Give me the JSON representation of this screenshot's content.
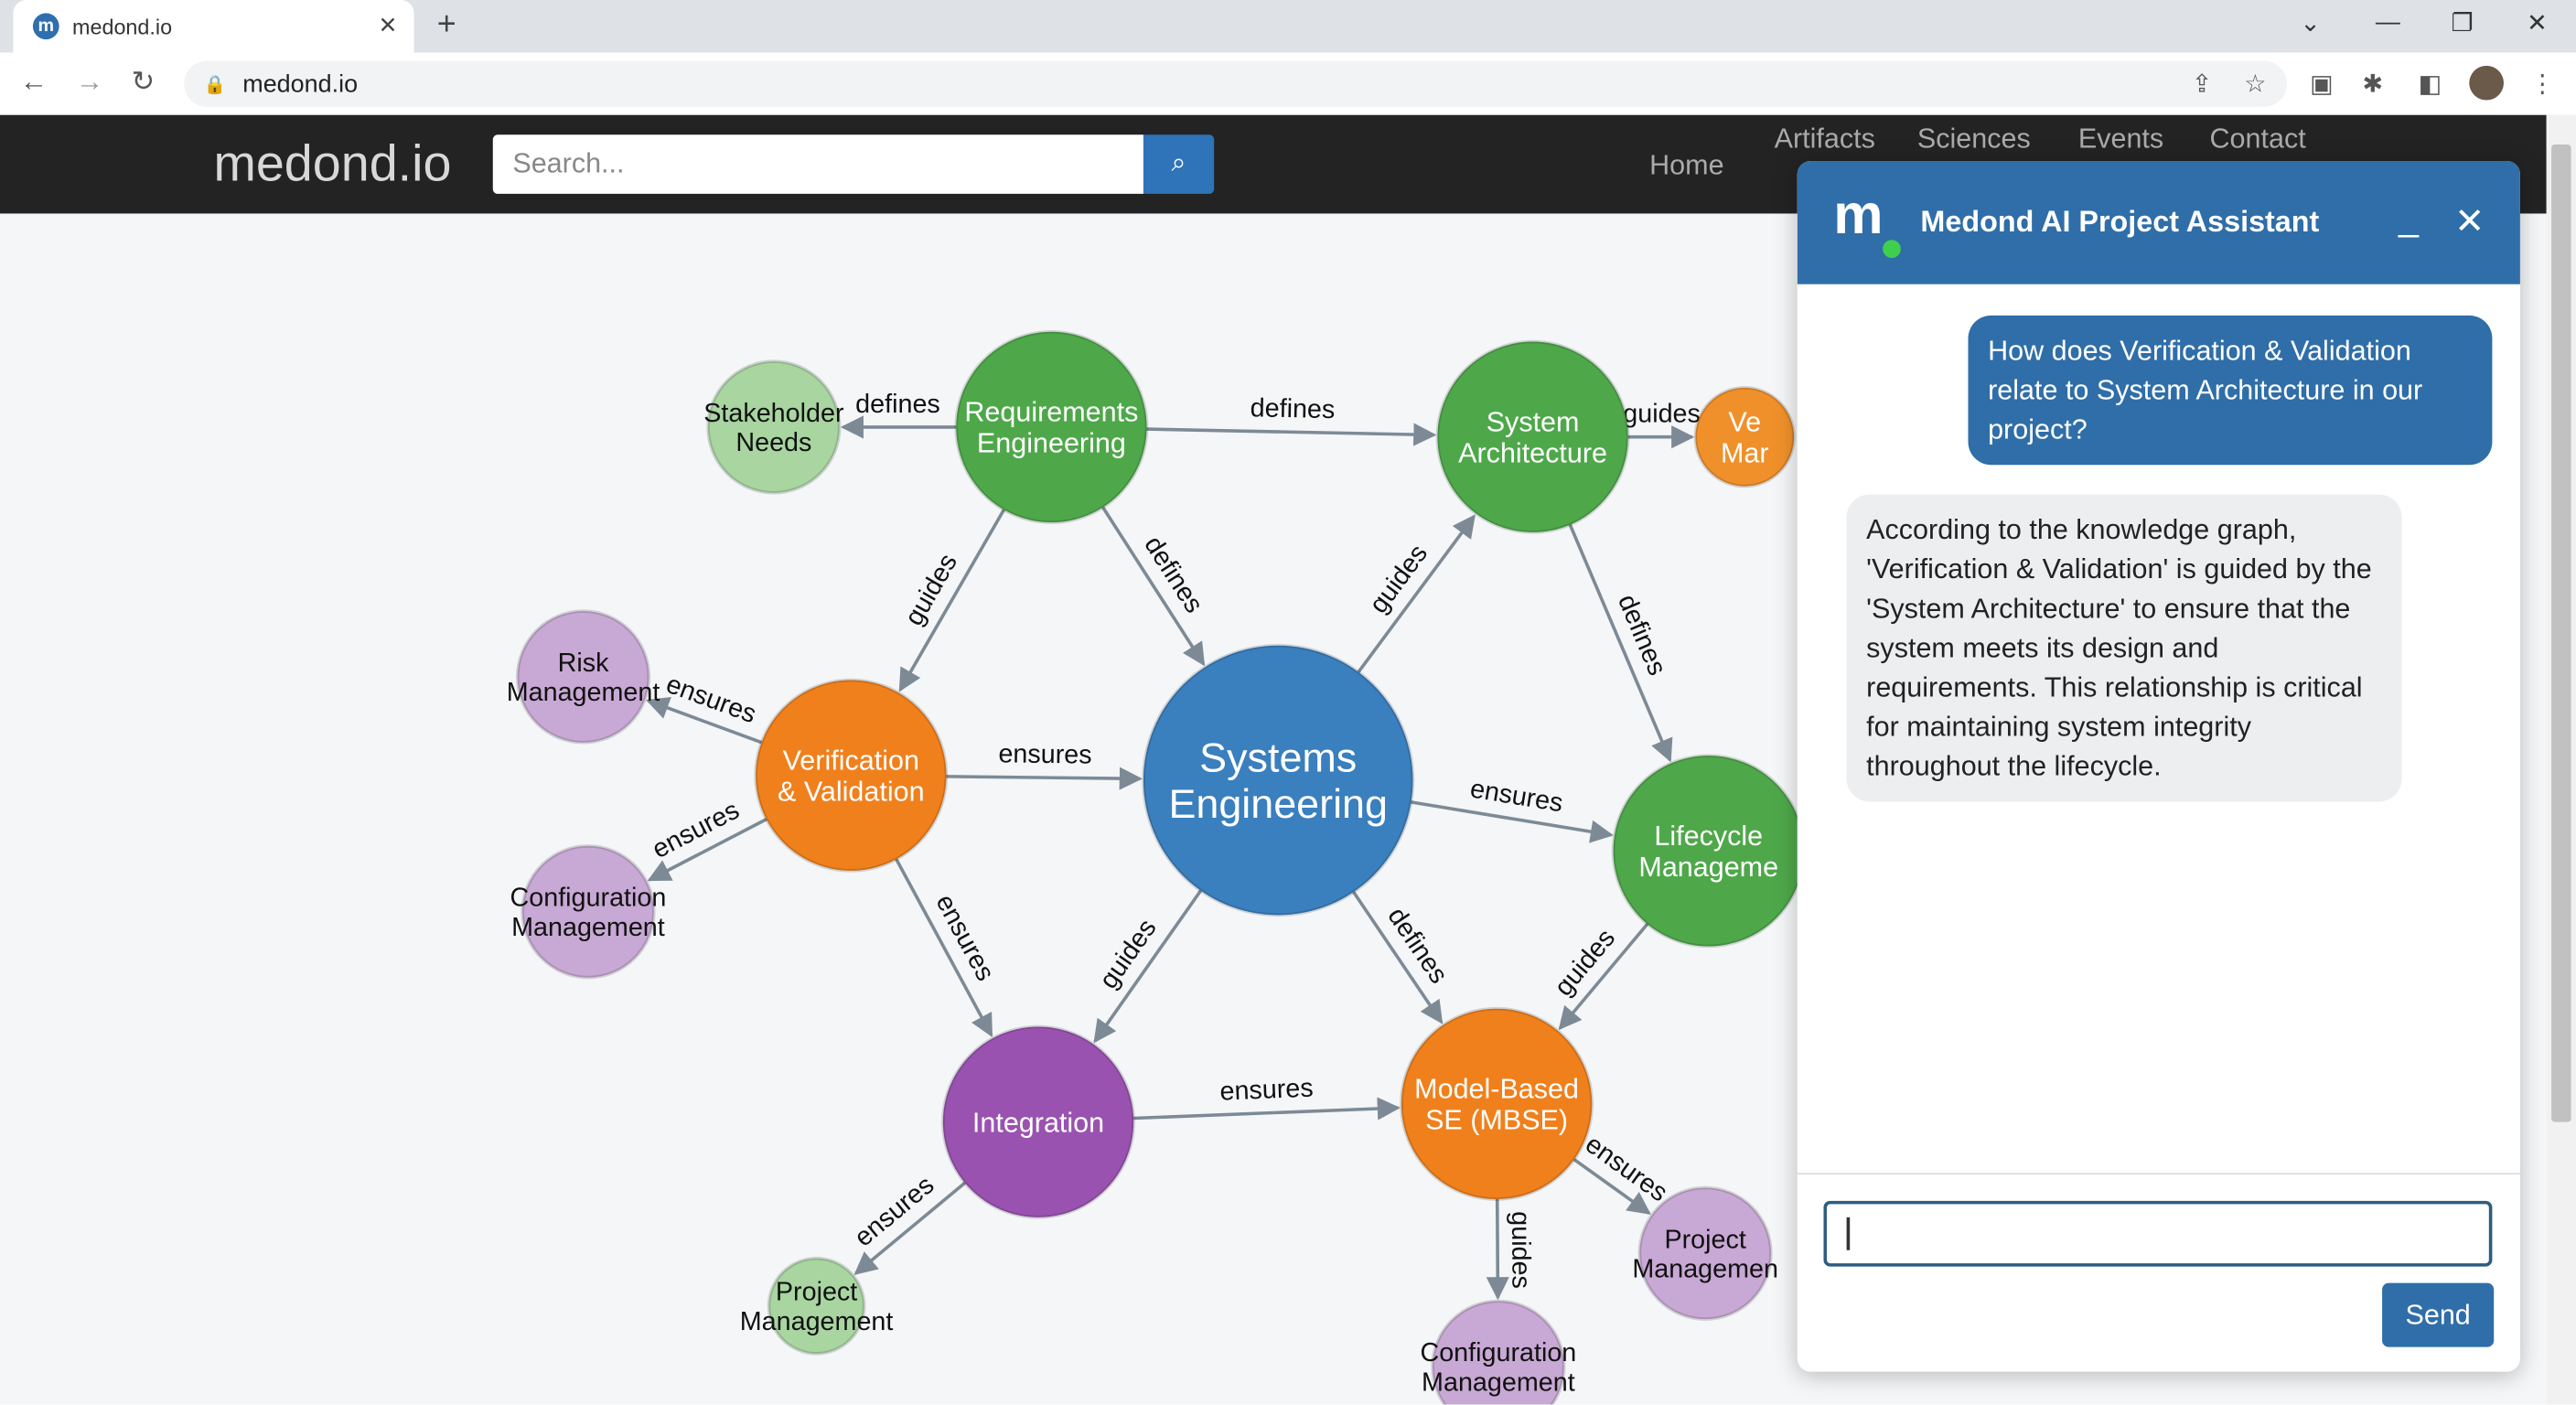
{
  "browser": {
    "tab_title": "medond.io",
    "url": "medond.io"
  },
  "site": {
    "logo": "medond.io",
    "search_placeholder": "Search...",
    "nav": [
      "Home",
      "Artifacts",
      "Sciences",
      "Events",
      "Contact"
    ]
  },
  "graph": {
    "nodes": [
      {
        "id": "stake",
        "label": [
          "Stakeholder",
          "Needs"
        ],
        "color": "#a8d5a0"
      },
      {
        "id": "req",
        "label": [
          "Requirements",
          "Engineering"
        ],
        "color": "#4ea84a"
      },
      {
        "id": "arch",
        "label": [
          "System",
          "Architecture"
        ],
        "color": "#4ea84a"
      },
      {
        "id": "vem",
        "label": [
          "Ve",
          "Mar"
        ],
        "color": "#f0902a"
      },
      {
        "id": "risk",
        "label": [
          "Risk",
          "Management"
        ],
        "color": "#c8a8d4"
      },
      {
        "id": "vv",
        "label": [
          "Verification",
          "& Validation"
        ],
        "color": "#f0801c"
      },
      {
        "id": "se",
        "label": [
          "Systems",
          "Engineering"
        ],
        "color": "#3a7fbe"
      },
      {
        "id": "life",
        "label": [
          "Lifecycle",
          "Manageme"
        ],
        "color": "#4ea84a"
      },
      {
        "id": "conf1",
        "label": [
          "Configuration",
          "Management"
        ],
        "color": "#c8a8d4"
      },
      {
        "id": "integ",
        "label": [
          "Integration"
        ],
        "color": "#9a52b0"
      },
      {
        "id": "mbse",
        "label": [
          "Model-Based",
          "SE (MBSE)"
        ],
        "color": "#f0801c"
      },
      {
        "id": "pm1",
        "label": [
          "Project",
          "Management"
        ],
        "color": "#a8d5a0"
      },
      {
        "id": "pm2",
        "label": [
          "Project",
          "Managemen"
        ],
        "color": "#c8a8d4"
      },
      {
        "id": "conf2",
        "label": [
          "Configuration",
          "Management"
        ],
        "color": "#c8a8d4"
      }
    ],
    "edges": [
      {
        "from": "req",
        "to": "stake",
        "label": "defines"
      },
      {
        "from": "req",
        "to": "arch",
        "label": "defines"
      },
      {
        "from": "arch",
        "to": "vem",
        "label": "guides"
      },
      {
        "from": "req",
        "to": "vv",
        "label": "guides"
      },
      {
        "from": "req",
        "to": "se",
        "label": "defines"
      },
      {
        "from": "se",
        "to": "arch",
        "label": "guides"
      },
      {
        "from": "arch",
        "to": "life",
        "label": "defines"
      },
      {
        "from": "vv",
        "to": "risk",
        "label": "ensures"
      },
      {
        "from": "vv",
        "to": "se",
        "label": "ensures"
      },
      {
        "from": "vv",
        "to": "conf1",
        "label": "ensures"
      },
      {
        "from": "vv",
        "to": "integ",
        "label": "ensures"
      },
      {
        "from": "se",
        "to": "integ",
        "label": "guides"
      },
      {
        "from": "se",
        "to": "life",
        "label": "ensures"
      },
      {
        "from": "se",
        "to": "mbse",
        "label": "defines"
      },
      {
        "from": "life",
        "to": "mbse",
        "label": "guides"
      },
      {
        "from": "integ",
        "to": "mbse",
        "label": "ensures"
      },
      {
        "from": "integ",
        "to": "pm1",
        "label": "ensures"
      },
      {
        "from": "mbse",
        "to": "pm2",
        "label": "ensures"
      },
      {
        "from": "mbse",
        "to": "conf2",
        "label": "guides"
      }
    ]
  },
  "chat": {
    "logo_letter": "m",
    "title": "Medond AI Project Assistant",
    "minimize": "_",
    "close": "✕",
    "user_message": "How does Verification & Validation relate to System Architecture in our project?",
    "bot_message": "According to the knowledge graph, 'Verification & Validation' is guided by the 'System Architecture' to ensure that the system meets its design and requirements. This relationship is critical for maintaining system integrity throughout the lifecycle.",
    "input_value": "",
    "send_label": "Send"
  }
}
